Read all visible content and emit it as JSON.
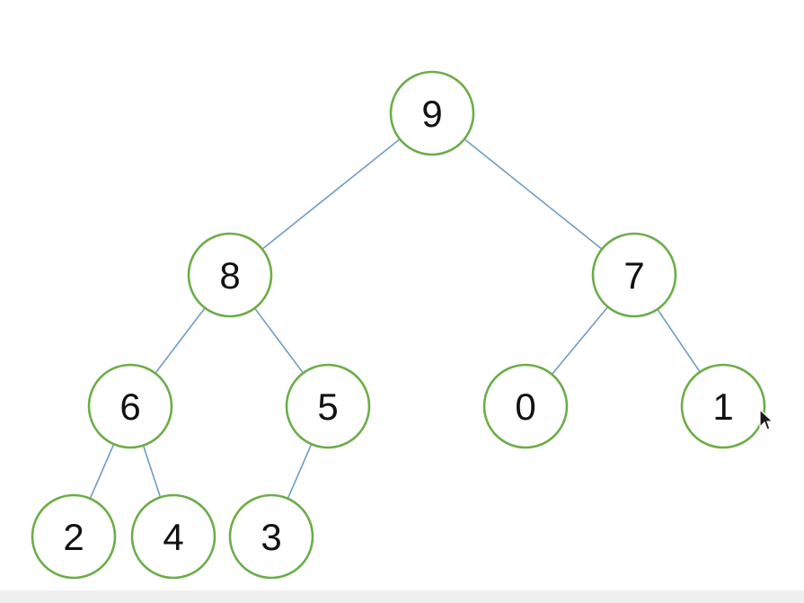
{
  "colors": {
    "background": "#ffffff",
    "node_stroke": "#6cad48",
    "node_fill": "#ffffff",
    "edge_stroke": "#6f9bc6",
    "label_color": "#111111"
  },
  "tree": {
    "nodes": [
      {
        "id": "n9",
        "label": "9"
      },
      {
        "id": "n8",
        "label": "8"
      },
      {
        "id": "n7",
        "label": "7"
      },
      {
        "id": "n6",
        "label": "6"
      },
      {
        "id": "n5",
        "label": "5"
      },
      {
        "id": "n0",
        "label": "0"
      },
      {
        "id": "n1",
        "label": "1"
      },
      {
        "id": "n2",
        "label": "2"
      },
      {
        "id": "n4",
        "label": "4"
      },
      {
        "id": "n3",
        "label": "3"
      }
    ],
    "edges": [
      {
        "from": "n9",
        "to": "n8"
      },
      {
        "from": "n9",
        "to": "n7"
      },
      {
        "from": "n8",
        "to": "n6"
      },
      {
        "from": "n8",
        "to": "n5"
      },
      {
        "from": "n7",
        "to": "n0"
      },
      {
        "from": "n7",
        "to": "n1"
      },
      {
        "from": "n6",
        "to": "n2"
      },
      {
        "from": "n6",
        "to": "n4"
      },
      {
        "from": "n5",
        "to": "n3"
      }
    ]
  },
  "cursor": {
    "icon": "mouse-pointer-icon"
  }
}
